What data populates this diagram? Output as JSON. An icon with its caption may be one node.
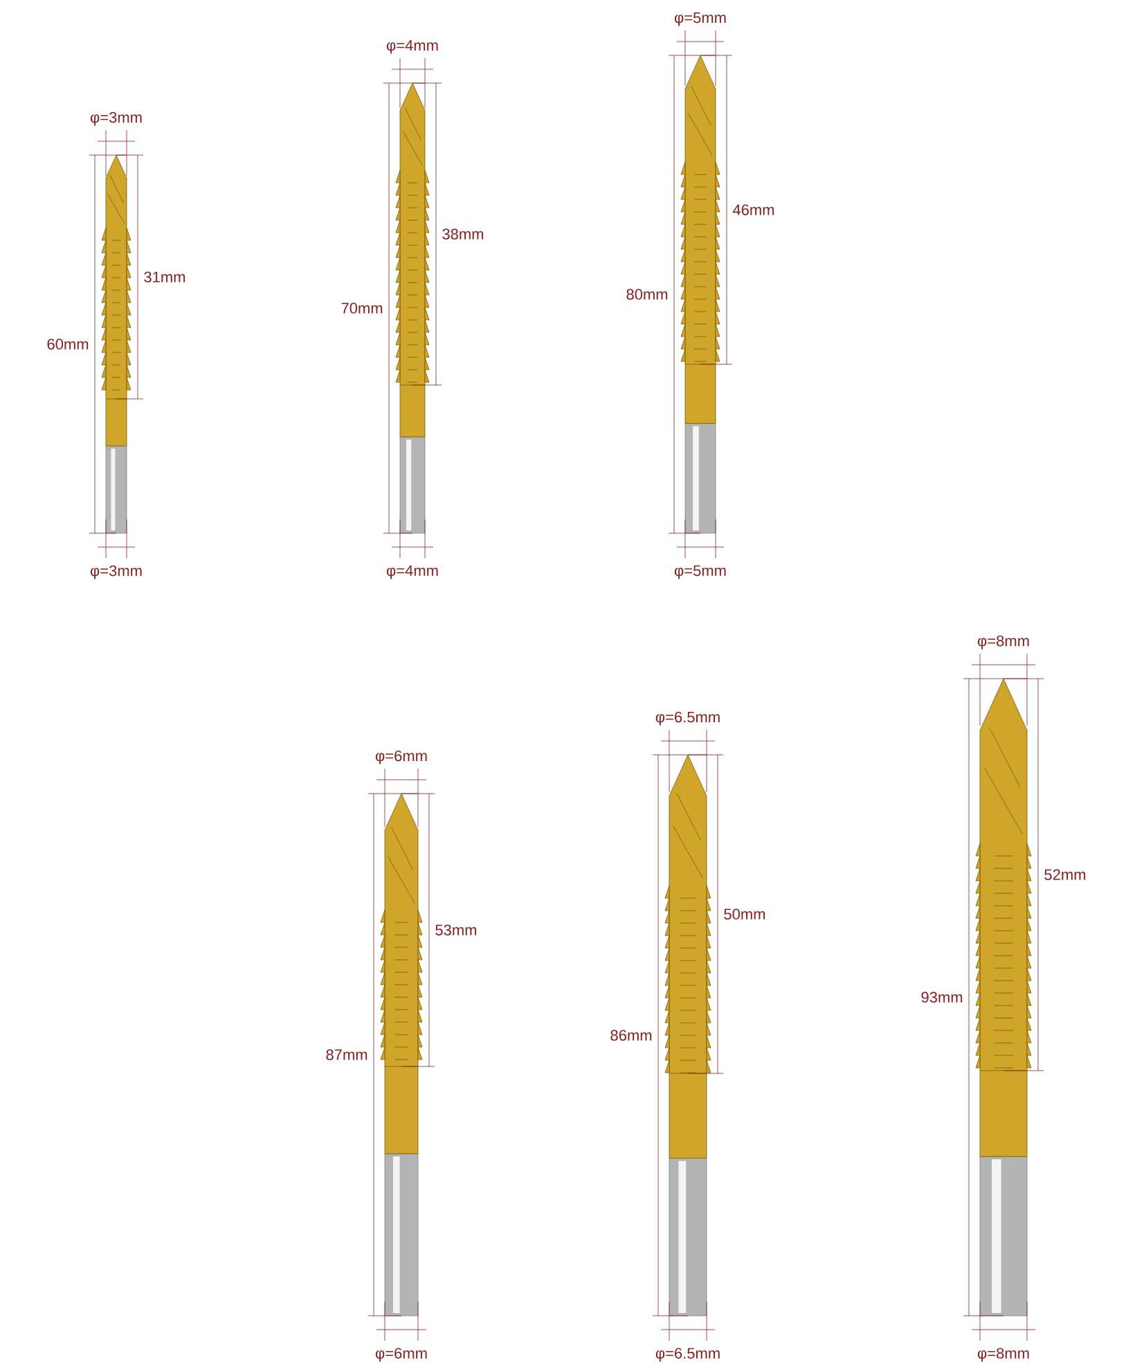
{
  "diagram": {
    "labels": [
      "φ=3mm",
      "31mm",
      "60mm",
      "φ=3mm",
      "φ=4mm",
      "38mm",
      "70mm",
      "φ=4mm",
      "φ=5mm",
      "46mm",
      "80mm",
      "φ=5mm",
      "φ=6mm",
      "53mm",
      "87mm",
      "φ=6mm",
      "φ=6.5mm",
      "50mm",
      "86mm",
      "φ=6.5mm",
      "φ=8mm",
      "52mm",
      "93mm",
      "φ=8mm"
    ]
  }
}
